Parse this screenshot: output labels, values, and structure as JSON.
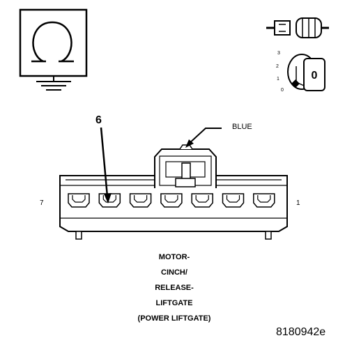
{
  "connector": {
    "color_label": "BLUE",
    "pointer_label": "6",
    "pin_left_label": "7",
    "pin_right_label": "1",
    "cavity_count": 7,
    "highlighted_cavity": 6
  },
  "key_icon": {
    "positions": [
      "3",
      "2",
      "1",
      "0"
    ],
    "key_text": "0"
  },
  "caption": {
    "lines": [
      "MOTOR-",
      "CINCH/",
      "RELEASE-",
      "LIFTGATE",
      "(POWER LIFTGATE)"
    ]
  },
  "figure_id": "8180942e"
}
